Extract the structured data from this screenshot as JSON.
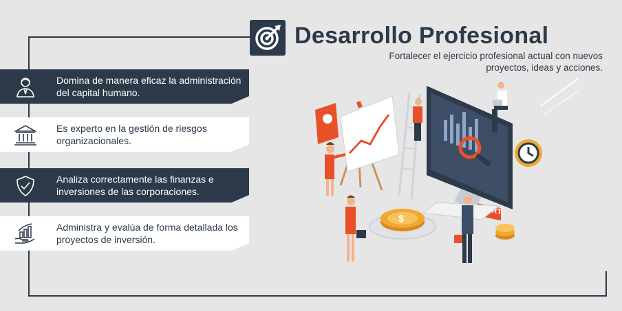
{
  "header": {
    "title": "Desarrollo Profesional",
    "subtitle": "Fortalecer el ejercicio profesional actual con nuevos proyectos, ideas y acciones."
  },
  "items": [
    {
      "text": "Domina de manera eficaz la administración del capital humano.",
      "icon": "person-icon",
      "style": "dark"
    },
    {
      "text": "Es experto en la gestión de riesgos organizacionales.",
      "icon": "bank-icon",
      "style": "light"
    },
    {
      "text": "Analiza correctamente las finanzas e inversiones de las corporaciones.",
      "icon": "shield-check-icon",
      "style": "dark"
    },
    {
      "text": "Administra y evalúa de forma detallada los proyectos de inversión.",
      "icon": "growth-hand-icon",
      "style": "light"
    }
  ],
  "illustration": {
    "screen_button": "RESTART",
    "currency_symbol": "$"
  },
  "colors": {
    "navy": "#2c3a4a",
    "orange": "#e8502a",
    "gold": "#f0a830",
    "background": "#e6e6e6"
  }
}
